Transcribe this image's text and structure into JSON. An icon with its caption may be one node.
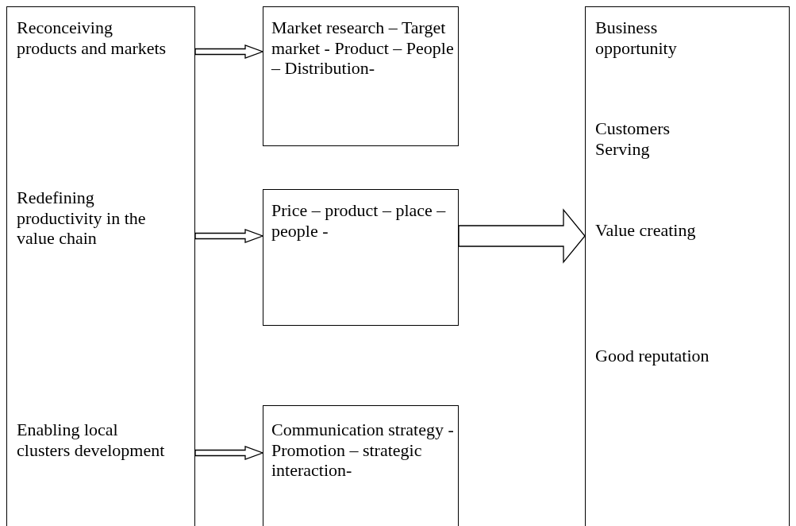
{
  "diagram": {
    "nodes": [
      {
        "text": [
          "Reconceiving products and markets",
          "Redefining productivity in the value chain",
          "Enabling local clusters development"
        ]
      },
      {
        "text": [
          "Market research – Target market - Product – People – Distribution-"
        ]
      },
      {
        "text": [
          "Price – product – place – people -"
        ]
      },
      {
        "text": [
          "Communication strategy - Promotion – strategic interaction-"
        ]
      },
      {
        "text": [
          "Business opportunity",
          "Customers Serving",
          "Value creating",
          "Good reputation"
        ]
      }
    ],
    "edges": [
      {
        "from": 0,
        "to": 1,
        "arrow": "to"
      },
      {
        "from": 0,
        "to": 2,
        "arrow": "to"
      },
      {
        "from": 0,
        "to": 3,
        "arrow": "to"
      },
      {
        "from": 2,
        "to": 4,
        "arrow": "to",
        "style": "thick"
      }
    ]
  }
}
